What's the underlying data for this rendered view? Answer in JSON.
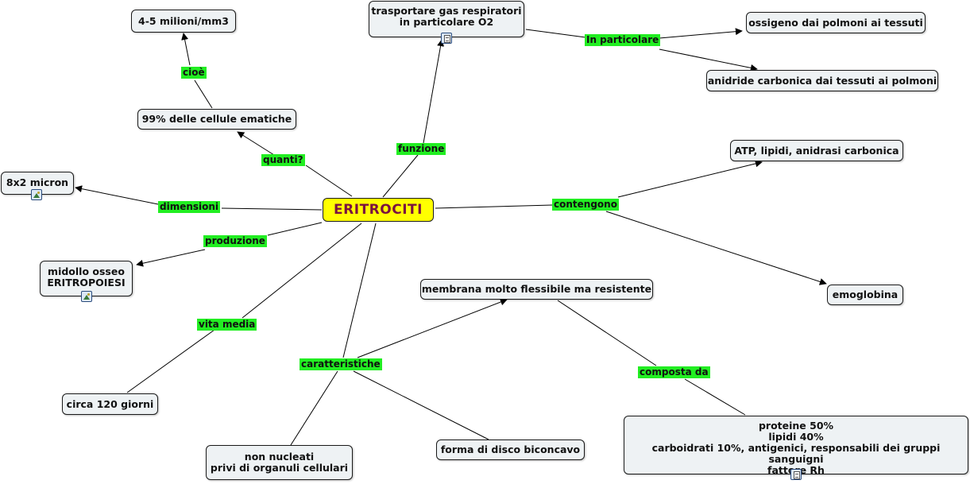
{
  "map": {
    "center": "ERITROCITI",
    "nodes": {
      "milioni": "4-5 milioni/mm3",
      "cellule": "99% delle cellule ematiche",
      "micron": "8x2 micron",
      "midollo": "midollo osseo\nERITROPOIESI",
      "giorni": "circa 120 giorni",
      "nucleati": "non nucleati\nprivi di organuli cellulari",
      "trasporto": "trasportare gas respiratori\nin particolare O2",
      "ossigeno": "ossigeno dai polmoni ai tessuti",
      "anidride": "anidride carbonica dai tessuti ai polmoni",
      "atp": "ATP, lipidi, anidrasi carbonica",
      "emoglobina": "emoglobina",
      "membrana": "membrana molto flessibile ma resistente",
      "disco": "forma di disco biconcavo",
      "proteine": "proteine 50%\nlipidi 40%\ncarboidrati 10%, antigenici, responsabili dei gruppi sanguigni\nfattore Rh"
    },
    "links": {
      "cioe": "cioè",
      "quanti": "quanti?",
      "dimensioni": "dimensioni",
      "produzione": "produzione",
      "vita": "vita media",
      "caratteristiche": "caratteristiche",
      "funzione": "funzione",
      "particolare": "In particolare",
      "contengono": "contengono",
      "composta": "composta da"
    },
    "icons": {
      "micron": "image-icon",
      "midollo": "image-icon",
      "trasporto": "document-icon",
      "proteine": "document-icon"
    },
    "colors": {
      "center_fill": "#ffff00",
      "center_text": "#7a1240",
      "link_label": "#22ee22",
      "node_fill": "#eef2f4"
    }
  }
}
